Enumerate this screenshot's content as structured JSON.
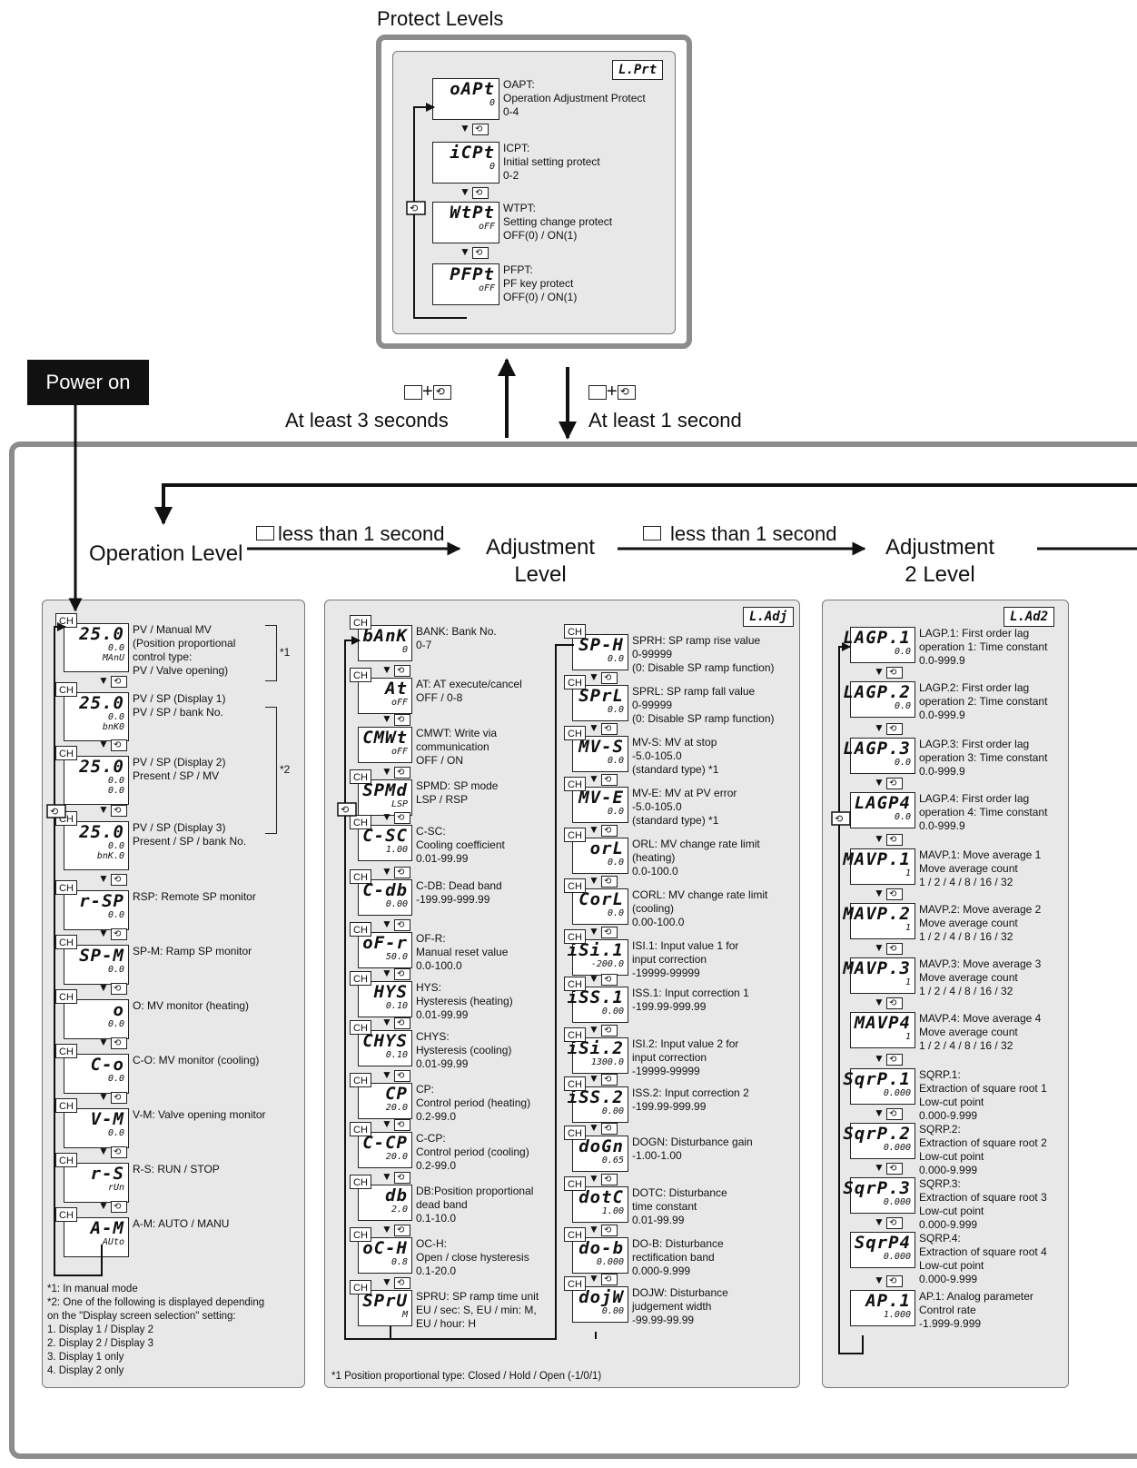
{
  "protect": {
    "title": "Protect Levels",
    "tag": "L.Prt",
    "items": [
      {
        "main": "oAPt",
        "sub": "0",
        "desc": "OAPT:\nOperation Adjustment Protect\n0-4"
      },
      {
        "main": "iCPt",
        "sub": "0",
        "desc": "ICPT:\nInitial setting protect\n0-2"
      },
      {
        "main": "WtPt",
        "sub": "oFF",
        "desc": "WTPT:\nSetting change protect\nOFF(0) / ON(1)"
      },
      {
        "main": "PFPt",
        "sub": "oFF",
        "desc": "PFPT:\nPF key protect\nOFF(0) / ON(1)"
      }
    ]
  },
  "power_on": "Power on",
  "transitions": {
    "to_protect": "At least 3 seconds",
    "from_protect": "At least 1 second",
    "op_to_adj": "less than 1 second",
    "adj_to_adj2": "less than 1 second",
    "plus": "+"
  },
  "levels": {
    "operation": "Operation Level",
    "adjustment": "Adjustment\nLevel",
    "adjustment2": "Adjustment\n2 Level"
  },
  "operation": {
    "items": [
      {
        "main": "25.0",
        "sub": "0.0",
        "sub2": "MAnU",
        "desc": "PV / Manual MV\n(Position proportional\ncontrol type:\nPV / Valve opening)"
      },
      {
        "main": "25.0",
        "sub": "0.0",
        "sub2": "bnK0",
        "desc": "PV / SP (Display 1)\nPV / SP / bank No."
      },
      {
        "main": "25.0",
        "sub": "0.0",
        "sub2": "0.0",
        "desc": "PV / SP (Display 2)\nPresent / SP / MV"
      },
      {
        "main": "25.0",
        "sub": "0.0",
        "sub2": "bnK.0",
        "desc": "PV / SP (Display 3)\nPresent / SP / bank No."
      },
      {
        "main": "r-SP",
        "sub": "0.0",
        "desc": "RSP: Remote SP monitor"
      },
      {
        "main": "SP-M",
        "sub": "0.0",
        "desc": "SP-M: Ramp SP monitor"
      },
      {
        "main": "o",
        "sub": "0.0",
        "desc": "O: MV monitor (heating)"
      },
      {
        "main": "C-o",
        "sub": "0.0",
        "desc": "C-O: MV monitor (cooling)"
      },
      {
        "main": "V-M",
        "sub": "0.0",
        "desc": "V-M: Valve opening monitor"
      },
      {
        "main": "r-S",
        "sub": "rUn",
        "desc": "R-S: RUN / STOP"
      },
      {
        "main": "A-M",
        "sub": "AUto",
        "desc": "A-M: AUTO / MANU"
      }
    ],
    "bracket1": "*1",
    "bracket2": "*2",
    "notes": "*1: In manual mode\n*2: One of the following is displayed depending\n     on the \"Display screen selection\" setting:\n     1. Display 1 / Display 2\n     2. Display 2 / Display 3\n     3. Display 1 only\n     4. Display 2 only"
  },
  "adjustment": {
    "tag": "L.Adj",
    "left": [
      {
        "main": "bAnK",
        "sub": "0",
        "desc": "BANK: Bank No.\n0-7"
      },
      {
        "main": "At",
        "sub": "oFF",
        "desc": "AT: AT execute/cancel\nOFF / 0-8"
      },
      {
        "main": "CMWt",
        "sub": "oFF",
        "desc": "CMWT: Write via\ncommunication\nOFF / ON"
      },
      {
        "main": "SPMd",
        "sub": "LSP",
        "desc": "SPMD: SP mode\nLSP / RSP"
      },
      {
        "main": "C-SC",
        "sub": "1.00",
        "desc": "C-SC:\nCooling coefficient\n0.01-99.99"
      },
      {
        "main": "C-db",
        "sub": "0.00",
        "desc": "C-DB: Dead band\n-199.99-999.99"
      },
      {
        "main": "oF-r",
        "sub": "50.0",
        "desc": "OF-R:\nManual reset value\n0.0-100.0"
      },
      {
        "main": "HYS",
        "sub": "0.10",
        "desc": "HYS:\nHysteresis (heating)\n0.01-99.99"
      },
      {
        "main": "CHYS",
        "sub": "0.10",
        "desc": "CHYS:\nHysteresis (cooling)\n0.01-99.99"
      },
      {
        "main": "CP",
        "sub": "20.0",
        "desc": "CP:\nControl period (heating)\n0.2-99.0"
      },
      {
        "main": "C-CP",
        "sub": "20.0",
        "desc": "C-CP:\nControl period (cooling)\n0.2-99.0"
      },
      {
        "main": "db",
        "sub": "2.0",
        "desc": "DB:Position proportional\ndead band\n0.1-10.0"
      },
      {
        "main": "oC-H",
        "sub": "0.8",
        "desc": "OC-H:\nOpen / close hysteresis\n0.1-20.0"
      },
      {
        "main": "SPrU",
        "sub": "M",
        "desc": "SPRU: SP ramp time unit\nEU / sec: S, EU / min: M,\nEU / hour: H"
      }
    ],
    "right": [
      {
        "main": "SP-H",
        "sub": "0.0",
        "desc": "SPRH: SP ramp rise value\n0-99999\n(0: Disable SP ramp function)"
      },
      {
        "main": "SPrL",
        "sub": "0.0",
        "desc": "SPRL: SP ramp fall value\n0-99999\n(0: Disable SP ramp function)"
      },
      {
        "main": "MV-S",
        "sub": "0.0",
        "desc": "MV-S: MV at stop\n-5.0-105.0\n(standard type) *1"
      },
      {
        "main": "MV-E",
        "sub": "0.0",
        "desc": "MV-E: MV at PV error\n-5.0-105.0\n (standard type) *1"
      },
      {
        "main": "orL",
        "sub": "0.0",
        "desc": "ORL: MV change rate limit\n(heating)\n0.0-100.0"
      },
      {
        "main": "CorL",
        "sub": "0.0",
        "desc": "CORL: MV change rate limit\n(cooling)\n0.00-100.0"
      },
      {
        "main": "iSi.1",
        "sub": "-200.0",
        "desc": "ISI.1: Input value 1 for\ninput correction\n-19999-99999"
      },
      {
        "main": "iSS.1",
        "sub": "0.00",
        "desc": "ISS.1: Input correction 1\n-199.99-999.99"
      },
      {
        "main": "iSi.2",
        "sub": "1300.0",
        "desc": "ISI.2:  Input value 2 for\ninput correction\n-19999-99999"
      },
      {
        "main": "iSS.2",
        "sub": "0.00",
        "desc": "ISS.2: Input correction 2\n-199.99-999.99"
      },
      {
        "main": "doGn",
        "sub": "0.65",
        "desc": "DOGN: Disturbance gain\n-1.00-1.00"
      },
      {
        "main": "dotC",
        "sub": "1.00",
        "desc": "DOTC: Disturbance\ntime constant\n0.01-99.99"
      },
      {
        "main": "do-b",
        "sub": "0.000",
        "desc": "DO-B: Disturbance\nrectification band\n0.000-9.999"
      },
      {
        "main": "dojW",
        "sub": "0.00",
        "desc": "DOJW: Disturbance\njudgement width\n-99.99-99.99"
      }
    ],
    "note": "*1 Position proportional type: Closed / Hold / Open (-1/0/1)"
  },
  "adjustment2": {
    "tag": "L.Ad2",
    "items": [
      {
        "main": "LAGP.1",
        "sub": "0.0",
        "desc": "LAGP.1: First order lag\noperation 1: Time constant\n0.0-999.9"
      },
      {
        "main": "LAGP.2",
        "sub": "0.0",
        "desc": "LAGP.2: First order lag\noperation 2: Time constant\n0.0-999.9"
      },
      {
        "main": "LAGP.3",
        "sub": "0.0",
        "desc": " LAGP.3: First order lag\n operation 3: Time constant\n 0.0-999.9"
      },
      {
        "main": "LAGP4",
        "sub": "0.0",
        "desc": " LAGP.4: First order lag\n operation 4: Time constant\n0.0-999.9"
      },
      {
        "main": "MAVP.1",
        "sub": "1",
        "desc": "MAVP.1: Move average 1\nMove average count\n1 / 2 / 4 / 8 / 16 / 32"
      },
      {
        "main": "MAVP.2",
        "sub": "1",
        "desc": "MAVP.2: Move average 2\nMove average count\n1 / 2 / 4 / 8 / 16 / 32"
      },
      {
        "main": "MAVP.3",
        "sub": "1",
        "desc": "MAVP.3: Move average 3\nMove average count\n1 / 2 / 4 / 8 / 16 / 32"
      },
      {
        "main": "MAVP4",
        "sub": "1",
        "desc": "MAVP.4: Move average 4\nMove average count\n1 / 2 / 4 / 8 / 16 / 32"
      },
      {
        "main": "SqrP.1",
        "sub": "0.000",
        "desc": "SQRP.1:\nExtraction of square root 1\nLow-cut point\n 0.000-9.999"
      },
      {
        "main": "SqrP.2",
        "sub": "0.000",
        "desc": "SQRP.2:\nExtraction of square root 2\nLow-cut point\n0.000-9.999"
      },
      {
        "main": "SqrP.3",
        "sub": "0.000",
        "desc": "SQRP.3:\nExtraction of square root 3\nLow-cut point\n0.000-9.999"
      },
      {
        "main": "SqrP4",
        "sub": "0.000",
        "desc": "SQRP.4:\nExtraction of square root 4\nLow-cut point\n 0.000-9.999"
      },
      {
        "main": "AP.1",
        "sub": "1.000",
        "desc": "AP.1: Analog parameter\nControl rate\n -1.999-9.999"
      }
    ]
  }
}
